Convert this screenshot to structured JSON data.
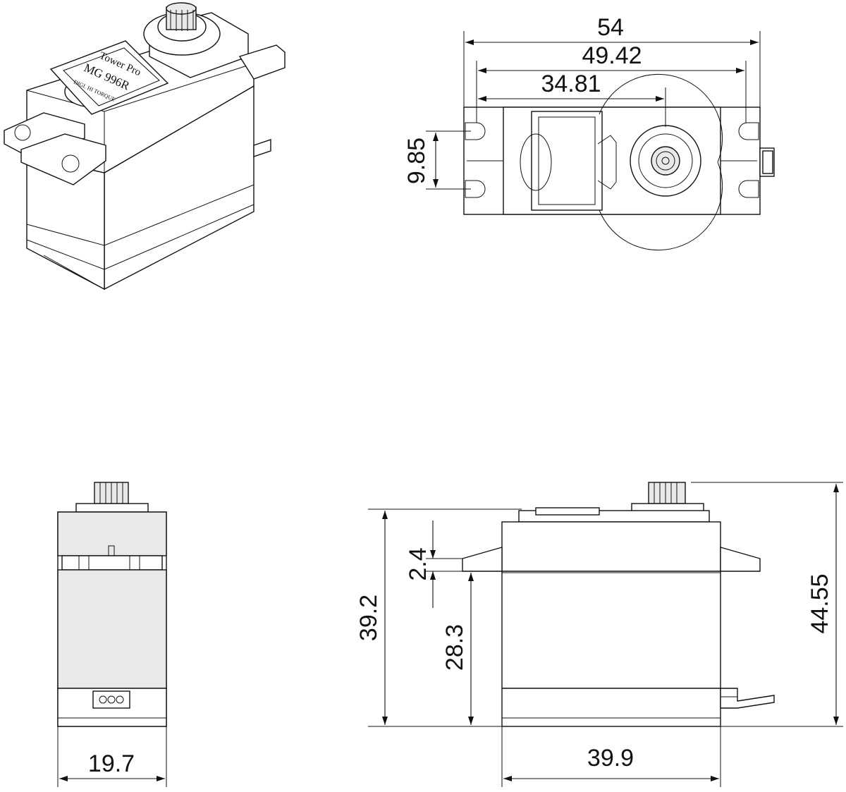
{
  "dimensions": {
    "overall_length": "54",
    "mount_hole_spacing": "49.42",
    "shaft_offset": "34.81",
    "mount_hole_pitch": "9.85",
    "width": "19.7",
    "body_length": "39.9",
    "body_height": "39.2",
    "flange_thickness": "2.4",
    "flange_height": "28.3",
    "total_height": "44.55"
  },
  "label": {
    "brand": "Tower Pro",
    "model": "MG 996R",
    "rating": "DIGI. HI TORQUE"
  }
}
